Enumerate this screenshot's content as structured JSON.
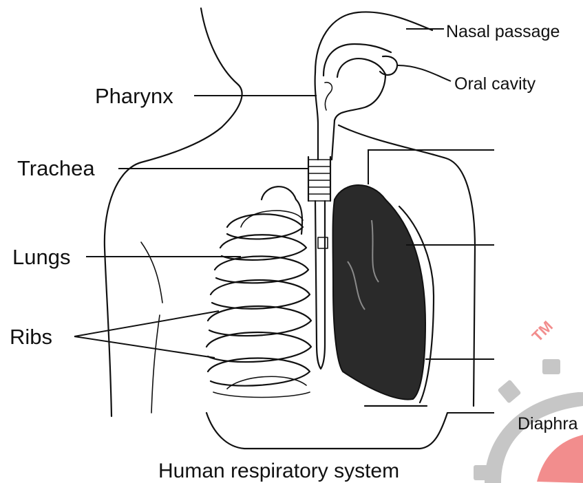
{
  "diagram": {
    "caption": "Human respiratory system",
    "labels": {
      "nasal_passage": "Nasal passage",
      "oral_cavity": "Oral cavity",
      "pharynx": "Pharynx",
      "trachea": "Trachea",
      "lungs": "Lungs",
      "ribs": "Ribs",
      "diaphragm_partial": "Diaphra"
    },
    "watermark": {
      "text": "TM",
      "color": "#f07a7a",
      "dial_color": "#bdbdbd"
    },
    "colors": {
      "ink": "#111111",
      "background": "#ffffff",
      "lung_fill": "#2a2a2a"
    }
  }
}
